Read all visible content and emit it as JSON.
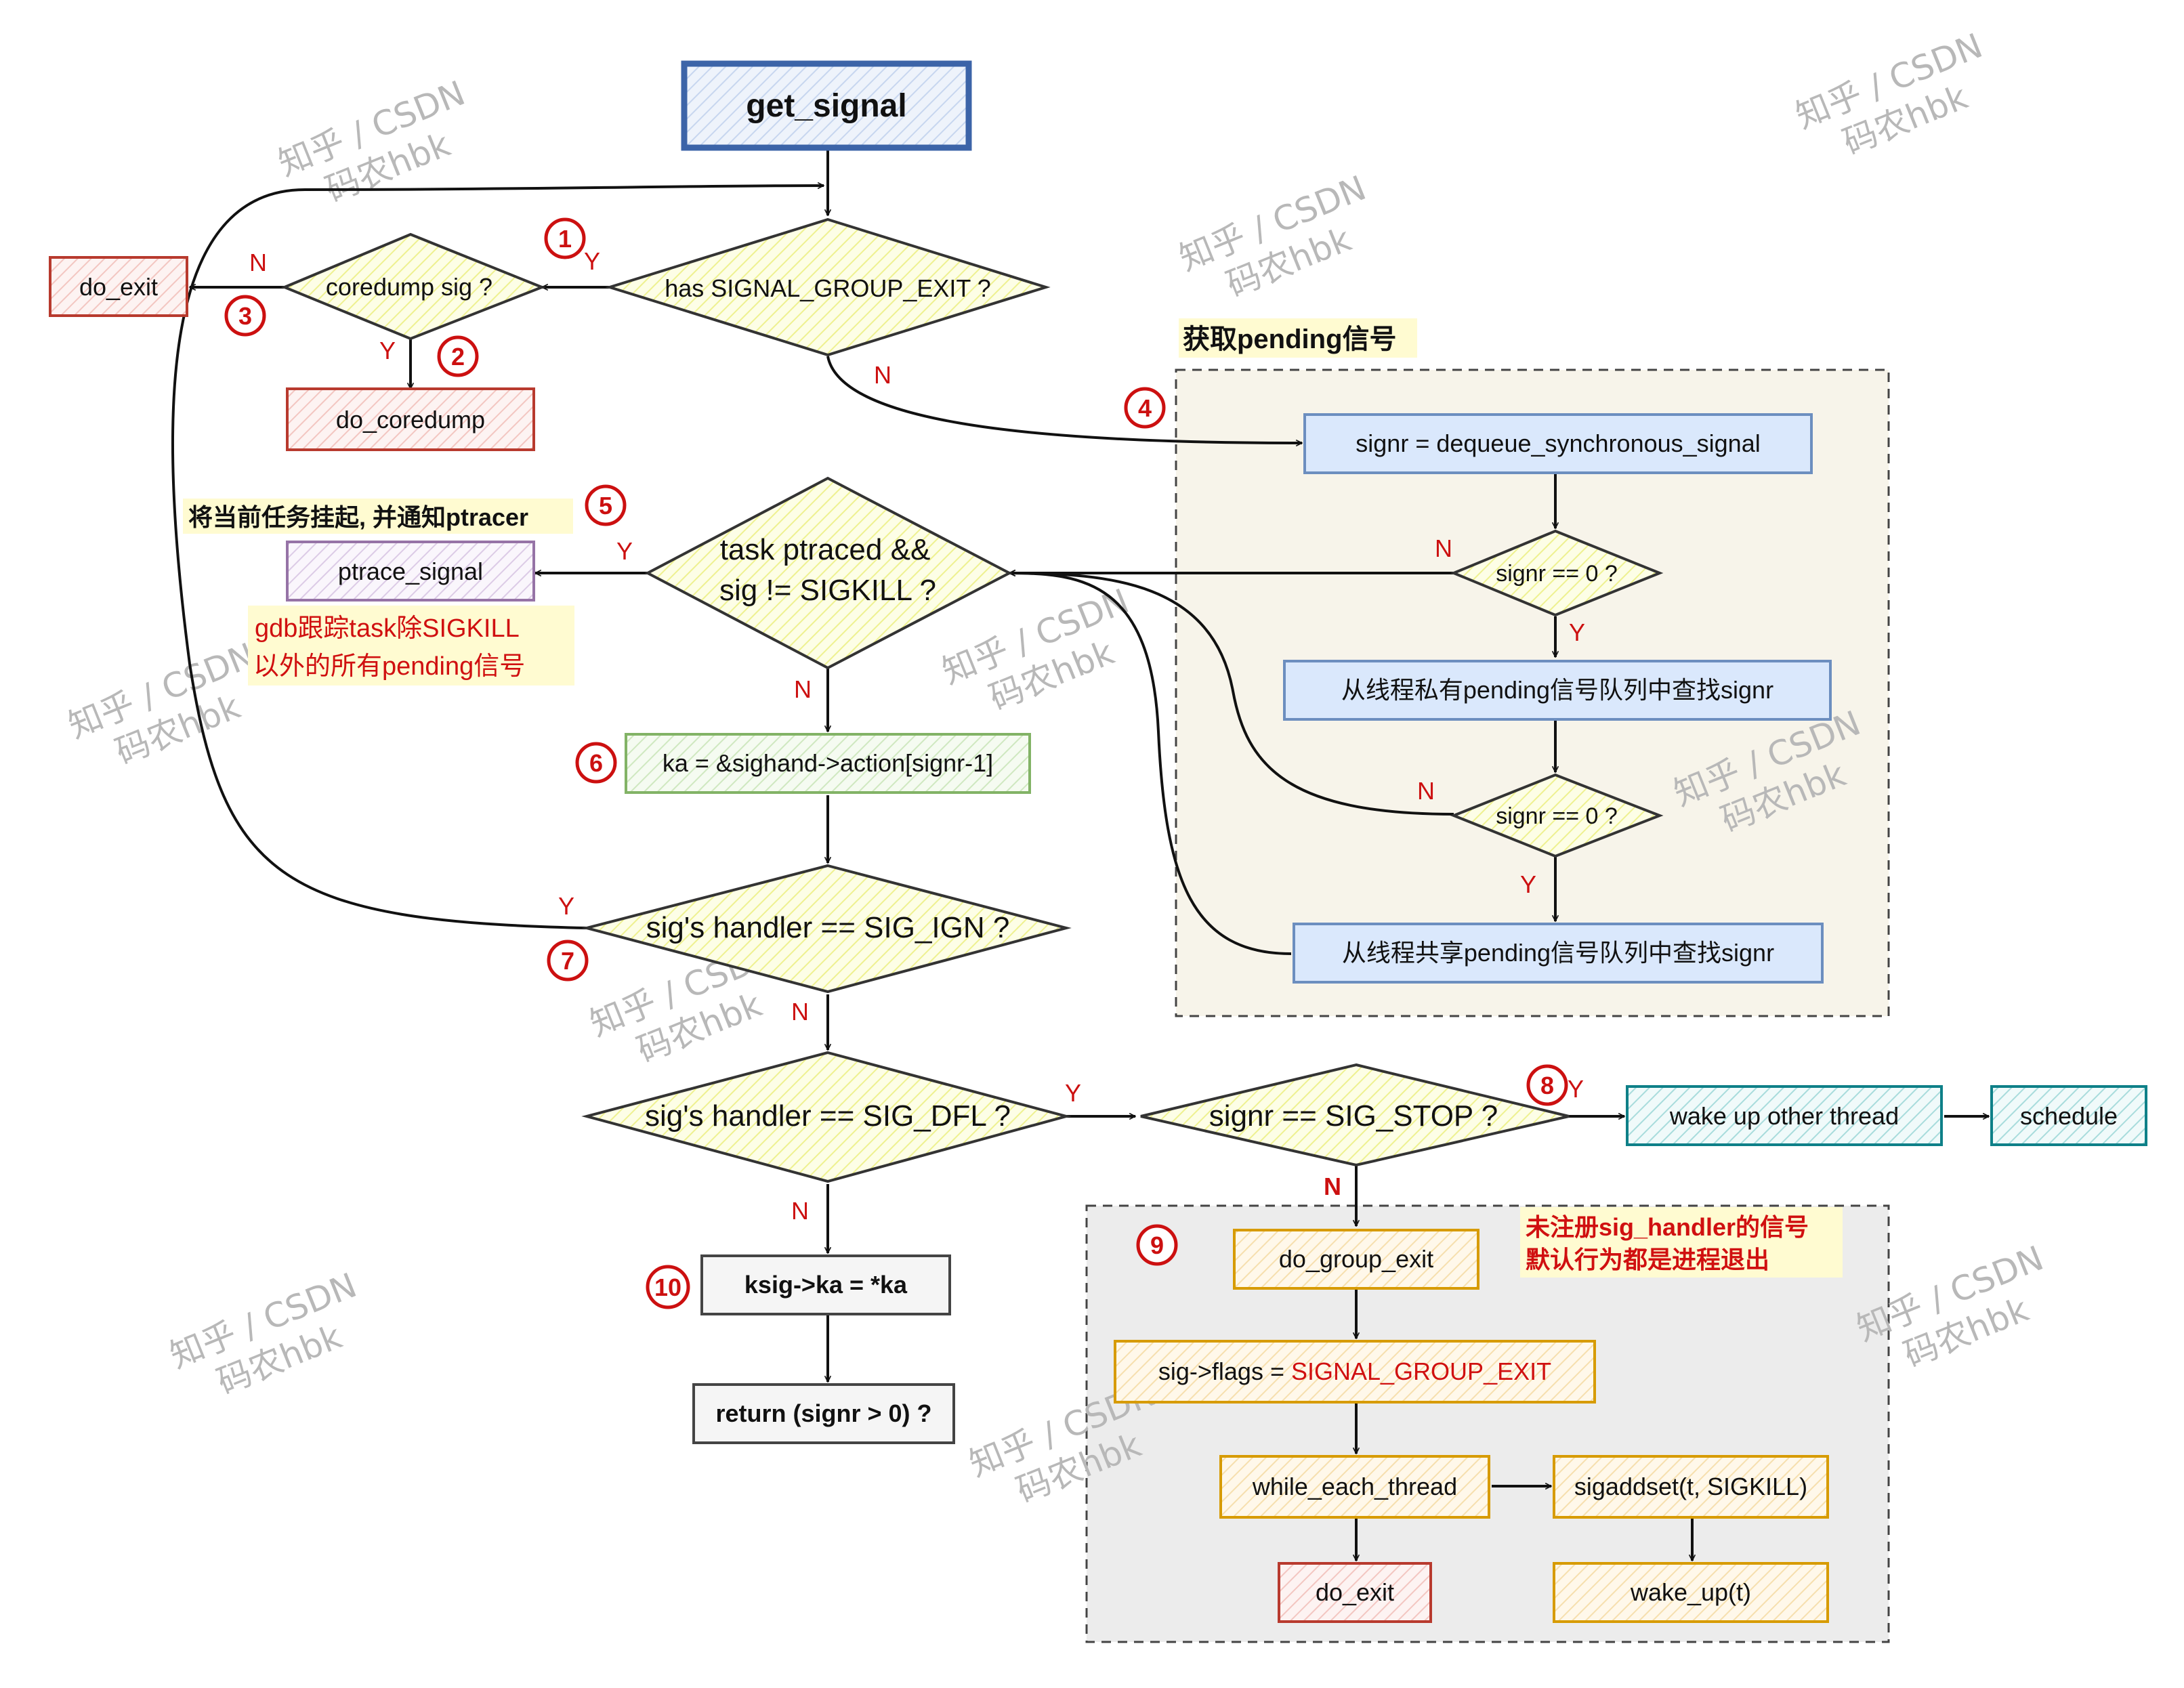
{
  "watermark": {
    "line1": "知乎 / CSDN",
    "line2": "码农hbk"
  },
  "nodes": {
    "get_signal": "get_signal",
    "has_group_exit": "has SIGNAL_GROUP_EXIT ?",
    "coredump_sig": "coredump sig ?",
    "do_exit_top": "do_exit",
    "do_coredump": "do_coredump",
    "dequeue_sync": "signr = dequeue_synchronous_signal",
    "signr_zero_1": "signr == 0 ?",
    "search_private": "从线程私有pending信号队列中查找signr",
    "signr_zero_2": "signr == 0 ?",
    "search_shared": "从线程共享pending信号队列中查找signr",
    "task_ptraced_l1": "task ptraced &&",
    "task_ptraced_l2": "sig != SIGKILL ?",
    "ptrace_signal": "ptrace_signal",
    "ka_assign": "ka = &sighand->action[signr-1]",
    "handler_ign": "sig's handler == SIG_IGN ?",
    "handler_dfl": "sig's handler == SIG_DFL ?",
    "signr_stop": "signr == SIG_STOP ?",
    "wake_other": "wake up other thread",
    "schedule": "schedule",
    "ksig_ka": "ksig->ka = *ka",
    "return_signr": "return (signr > 0) ?",
    "do_group_exit": "do_group_exit",
    "flags_prefix": "sig->flags = ",
    "flags_value": "SIGNAL_GROUP_EXIT",
    "while_each_thread": "while_each_thread",
    "sigaddset": "sigaddset(t, SIGKILL)",
    "do_exit_bottom": "do_exit",
    "wake_up": "wake_up(t)"
  },
  "annotations": {
    "pending_title": "获取pending信号",
    "ptracer_note": "将当前任务挂起, 并通知ptracer",
    "gdb_note_l1": "gdb跟踪task除SIGKILL",
    "gdb_note_l2": "以外的所有pending信号",
    "default_note_l1": "未注册sig_handler的信号",
    "default_note_l2": "默认行为都是进程退出"
  },
  "branch_labels": {
    "yes": "Y",
    "no": "N"
  },
  "step_markers": [
    "1",
    "2",
    "3",
    "4",
    "5",
    "6",
    "7",
    "8",
    "9",
    "10"
  ],
  "colors": {
    "title_box": "#3c64a8",
    "red_box": "#b83a2e",
    "blue_box": "#6c8ebf",
    "purple_box": "#9673a6",
    "green_box": "#82b366",
    "teal_box": "#0e8088",
    "orange_box": "#d79b00",
    "marker_red": "#cc1010",
    "diamond_fill": "#fafcc8"
  }
}
